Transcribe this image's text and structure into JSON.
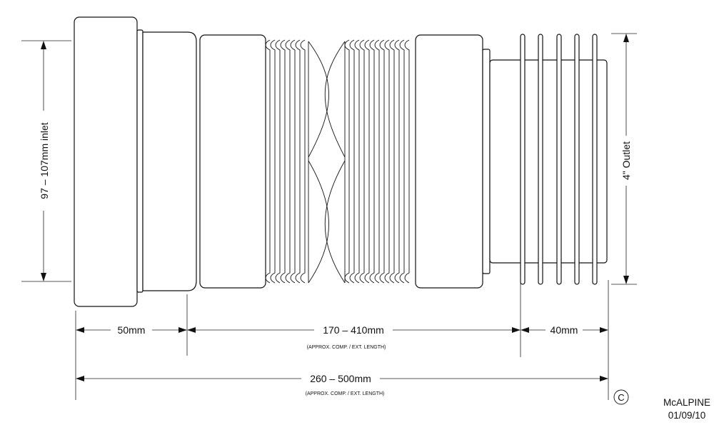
{
  "diagram": {
    "inlet_label": "97 – 107mm inlet",
    "outlet_label": "4\" Outlet",
    "dim_inlet_length": "50mm",
    "dim_flex_length": "170 – 410mm",
    "dim_flex_note": "(APPROX. COMP. / EXT. LENGTH)",
    "dim_outlet_length": "40mm",
    "dim_total_length": "260 – 500mm",
    "dim_total_note": "(APPROX. COMP. / EXT. LENGTH)",
    "copyright_symbol": "C",
    "brand": "McALPINE",
    "date": "01/09/10"
  }
}
